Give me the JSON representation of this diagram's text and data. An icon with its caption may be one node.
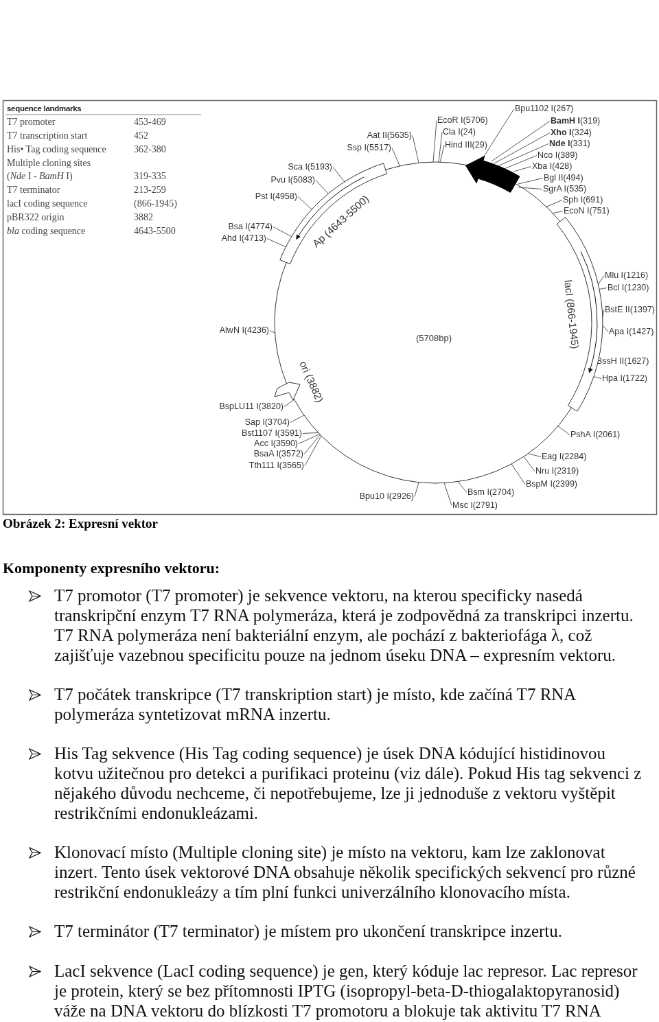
{
  "diagram": {
    "caption": "Obrázek 2: Expresní vektor",
    "nodes": [
      {
        "text": [
          "EcoR I(5706)"
        ]
      },
      {
        "text": [
          "Cla I(24)"
        ]
      },
      {
        "text": [
          "Hind III(29)"
        ]
      },
      {
        "text": [
          "Bpu1102 I(267)"
        ]
      },
      {
        "text": [
          "**BamH I**(319)"
        ]
      },
      {
        "text": [
          "**Xho I**(324)"
        ]
      },
      {
        "text": [
          "**Nde I**(331)"
        ]
      },
      {
        "text": [
          "Nco I(389)"
        ]
      },
      {
        "text": [
          "Xba I(428)"
        ]
      },
      {
        "text": [
          "Bgl II(494)"
        ]
      },
      {
        "text": [
          "SgrA I(535)"
        ]
      },
      {
        "text": [
          "Sph I(691)"
        ]
      },
      {
        "text": [
          "EcoN I(751)"
        ]
      },
      {
        "text": [
          "Mlu I(1216)"
        ]
      },
      {
        "text": [
          "Bcl I(1230)"
        ]
      },
      {
        "text": [
          "BstE II(1397)"
        ]
      },
      {
        "text": [
          "Apa I(1427)"
        ]
      },
      {
        "text": [
          "BssH II(1627)"
        ]
      },
      {
        "text": [
          "Hpa I(1722)"
        ]
      },
      {
        "text": [
          "PshA I(2061)"
        ]
      },
      {
        "text": [
          "Eag I(2284)"
        ]
      },
      {
        "text": [
          "Nru I(2319)"
        ]
      },
      {
        "text": [
          "BspM I(2399)"
        ]
      },
      {
        "text": [
          "Bsm I(2704)"
        ]
      },
      {
        "text": [
          "Msc I(2791)"
        ]
      },
      {
        "text": [
          "Bpu10 I(2926)"
        ]
      },
      {
        "text": [
          "Tth111 I(3565)"
        ]
      },
      {
        "text": [
          "BsaA I(3572)"
        ]
      },
      {
        "text": [
          "Acc I(3590)"
        ]
      },
      {
        "text": [
          "Bst1107 I(3591)"
        ]
      },
      {
        "text": [
          "Sap I(3704)"
        ]
      },
      {
        "text": [
          "BspLU11 I(3820)"
        ]
      },
      {
        "text": [
          "AlwN I(4236)"
        ]
      },
      {
        "text": [
          "Ahd I(4713)"
        ]
      },
      {
        "text": [
          "Bsa I(4774)"
        ]
      },
      {
        "text": [
          "Pst I(4958)"
        ]
      },
      {
        "text": [
          "Pvu I(5083)"
        ]
      },
      {
        "text": [
          "Sca I(5193)"
        ]
      },
      {
        "text": [
          "Ssp I(5517)"
        ]
      },
      {
        "text": [
          "Aat II(5635)"
        ]
      },
      {
        "text": [
          "(5708bp)"
        ]
      },
      {
        "text": [
          "Ap (4643-5500)"
        ],
        "in": 40
      },
      {
        "text": [
          "lacI (866-1945)"
        ],
        "in": 40
      },
      {
        "text": [
          "ori (3882)"
        ],
        "in": 40
      },
      {
        "text": [],
        "shape": "arrow",
        "in": 40
      }
    ],
    "edges": [
      {
        "from": 0,
        "to": 40,
        "arrow": "none"
      },
      {
        "from": 1,
        "to": 40,
        "arrow": "none"
      },
      {
        "from": 2,
        "to": 40,
        "arrow": "none"
      },
      {
        "from": 3,
        "to": 44,
        "arrow": "none"
      },
      {
        "from": 4,
        "to": 44,
        "arrow": "none"
      },
      {
        "from": 5,
        "to": 44,
        "arrow": "none"
      },
      {
        "from": 6,
        "to": 44,
        "arrow": "none"
      },
      {
        "from": 7,
        "to": 44,
        "arrow": "none"
      },
      {
        "from": 8,
        "to": 44,
        "arrow": "none"
      },
      {
        "from": 9,
        "to": 44,
        "arrow": "none"
      },
      {
        "from": 10,
        "to": 44,
        "arrow": "none"
      },
      {
        "from": 11,
        "to": 40,
        "arrow": "none"
      },
      {
        "from": 12,
        "to": 40,
        "arrow": "none"
      },
      {
        "from": 13,
        "to": 42,
        "arrow": "none"
      },
      {
        "from": 14,
        "to": 42,
        "arrow": "none"
      },
      {
        "from": 15,
        "to": 42,
        "arrow": "none"
      },
      {
        "from": 16,
        "to": 42,
        "arrow": "none"
      },
      {
        "from": 17,
        "to": 42,
        "arrow": "none"
      },
      {
        "from": 18,
        "to": 42,
        "arrow": "none"
      },
      {
        "from": 19,
        "to": 40,
        "arrow": "none"
      },
      {
        "from": 20,
        "to": 40,
        "arrow": "none"
      },
      {
        "from": 21,
        "to": 40,
        "arrow": "none"
      },
      {
        "from": 22,
        "to": 40,
        "arrow": "none"
      },
      {
        "from": 23,
        "to": 40,
        "arrow": "none"
      },
      {
        "from": 24,
        "to": 40,
        "arrow": "none"
      },
      {
        "from": 25,
        "to": 40,
        "arrow": "none"
      },
      {
        "from": 26,
        "to": 40,
        "arrow": "none"
      },
      {
        "from": 27,
        "to": 40,
        "arrow": "none"
      },
      {
        "from": 28,
        "to": 40,
        "arrow": "none"
      },
      {
        "from": 29,
        "to": 40,
        "arrow": "none"
      },
      {
        "from": 30,
        "to": 40,
        "arrow": "none"
      },
      {
        "from": 31,
        "to": 40,
        "arrow": "none"
      },
      {
        "from": 32,
        "to": 40,
        "arrow": "none"
      },
      {
        "from": 33,
        "to": 41,
        "arrow": "none"
      },
      {
        "from": 34,
        "to": 41,
        "arrow": "none"
      },
      {
        "from": 35,
        "to": 41,
        "arrow": "none"
      },
      {
        "from": 36,
        "to": 41,
        "arrow": "none"
      },
      {
        "from": 37,
        "to": 41,
        "arrow": "none"
      },
      {
        "from": 38,
        "to": 40,
        "arrow": "none"
      },
      {
        "from": 39,
        "to": 40,
        "arrow": "none"
      }
    ],
    "labels": [
      "sequence landmarks",
      "T7 promoter",
      "453-469",
      "T7 transcription start",
      "452",
      "His• Tag coding sequence",
      "362-380",
      "Multiple cloning sites (*Nde* I - *BamH* I)",
      "319-335",
      "T7 terminator",
      "213-259",
      "lacI coding sequence",
      "(866-1945)",
      "pBR322 origin",
      "3882",
      "*bla* coding sequence",
      "4643-5500",
      "Komponenty expresního vektoru:",
      "T7 promotor (T7 promoter) je sekvence vektoru, na kterou specificky nasedá transkripční enzym T7 RNA polymeráza, která je zodpovědná za transkripci inzertu. T7 RNA polymeráza není bakteriální enzym, ale pochází z bakteriofága λ, což zajišťuje vazebnou specificitu pouze na jednom úseku DNA – expresním vektoru.",
      "T7 počátek transkripce (T7 transkription start) je místo, kde začíná T7 RNA polymeráza syntetizovat mRNA inzertu.",
      "His Tag sekvence (His Tag coding sequence) je úsek DNA kódující histidinovou kotvu užitečnou pro detekci a purifikaci proteinu (viz dále). Pokud His tag sekvenci z nějakého důvodu nechceme, či nepotřebujeme, lze ji jednoduše z vektoru vyštěpit restrikčními endonukleázami.",
      "Klonovací místo (Multiple cloning site) je místo na vektoru, kam lze zaklonovat inzert. Tento úsek vektorové DNA obsahuje několik specifických sekvencí pro různé restrikční endonukleázy a tím plní funkci univerzálního klonovacího místa.",
      "T7 terminátor (T7 terminator) je místem pro ukončení transkripce inzertu.",
      "LacI sekvence (LacI coding sequence) je gen, který kóduje lac represor. Lac represor je protein, který se bez přítomnosti IPTG (isopropyl-beta-D-thiogalaktopyranosid) váže na DNA vektoru do blízkosti T7 promotoru a blokuje tak aktivitu T7 RNA"
    ]
  }
}
